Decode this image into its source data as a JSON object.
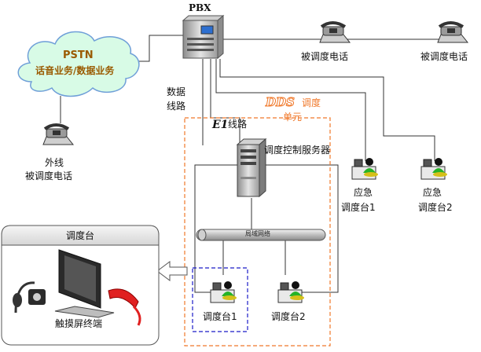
{
  "pbx": {
    "label": "PBX"
  },
  "pstn": {
    "title": "PSTN",
    "subtitle": "话音业务/数据业务"
  },
  "phones": {
    "dispatched_label": "被调度电话",
    "outer_line": "外线",
    "outer_dispatched": "被调度电话"
  },
  "links": {
    "data_line_1": "数据",
    "data_line_2": "线路",
    "e1_label": "线路",
    "e1_glyph": "E1"
  },
  "dds": {
    "logo": "DDS",
    "title": "调度",
    "unit": "单元"
  },
  "server": {
    "label": "调度控制服务器"
  },
  "lan": {
    "label": "局域网络"
  },
  "emergency": {
    "desk1_top": "应急",
    "desk1_bottom": "调度台1",
    "desk2_top": "应急",
    "desk2_bottom": "调度台2"
  },
  "desks": {
    "desk1": "调度台1",
    "desk2": "调度台2"
  },
  "panel": {
    "title": "调度台",
    "terminal": "触摸屏终端"
  },
  "colors": {
    "pstn_text": "#9a5a00",
    "dds_orange": "#f0782a",
    "cloud_fill": "#d8fbe6",
    "cloud_stroke": "#6f9fd8",
    "dashed_blue": "#1a1ac8",
    "line": "#333333"
  }
}
